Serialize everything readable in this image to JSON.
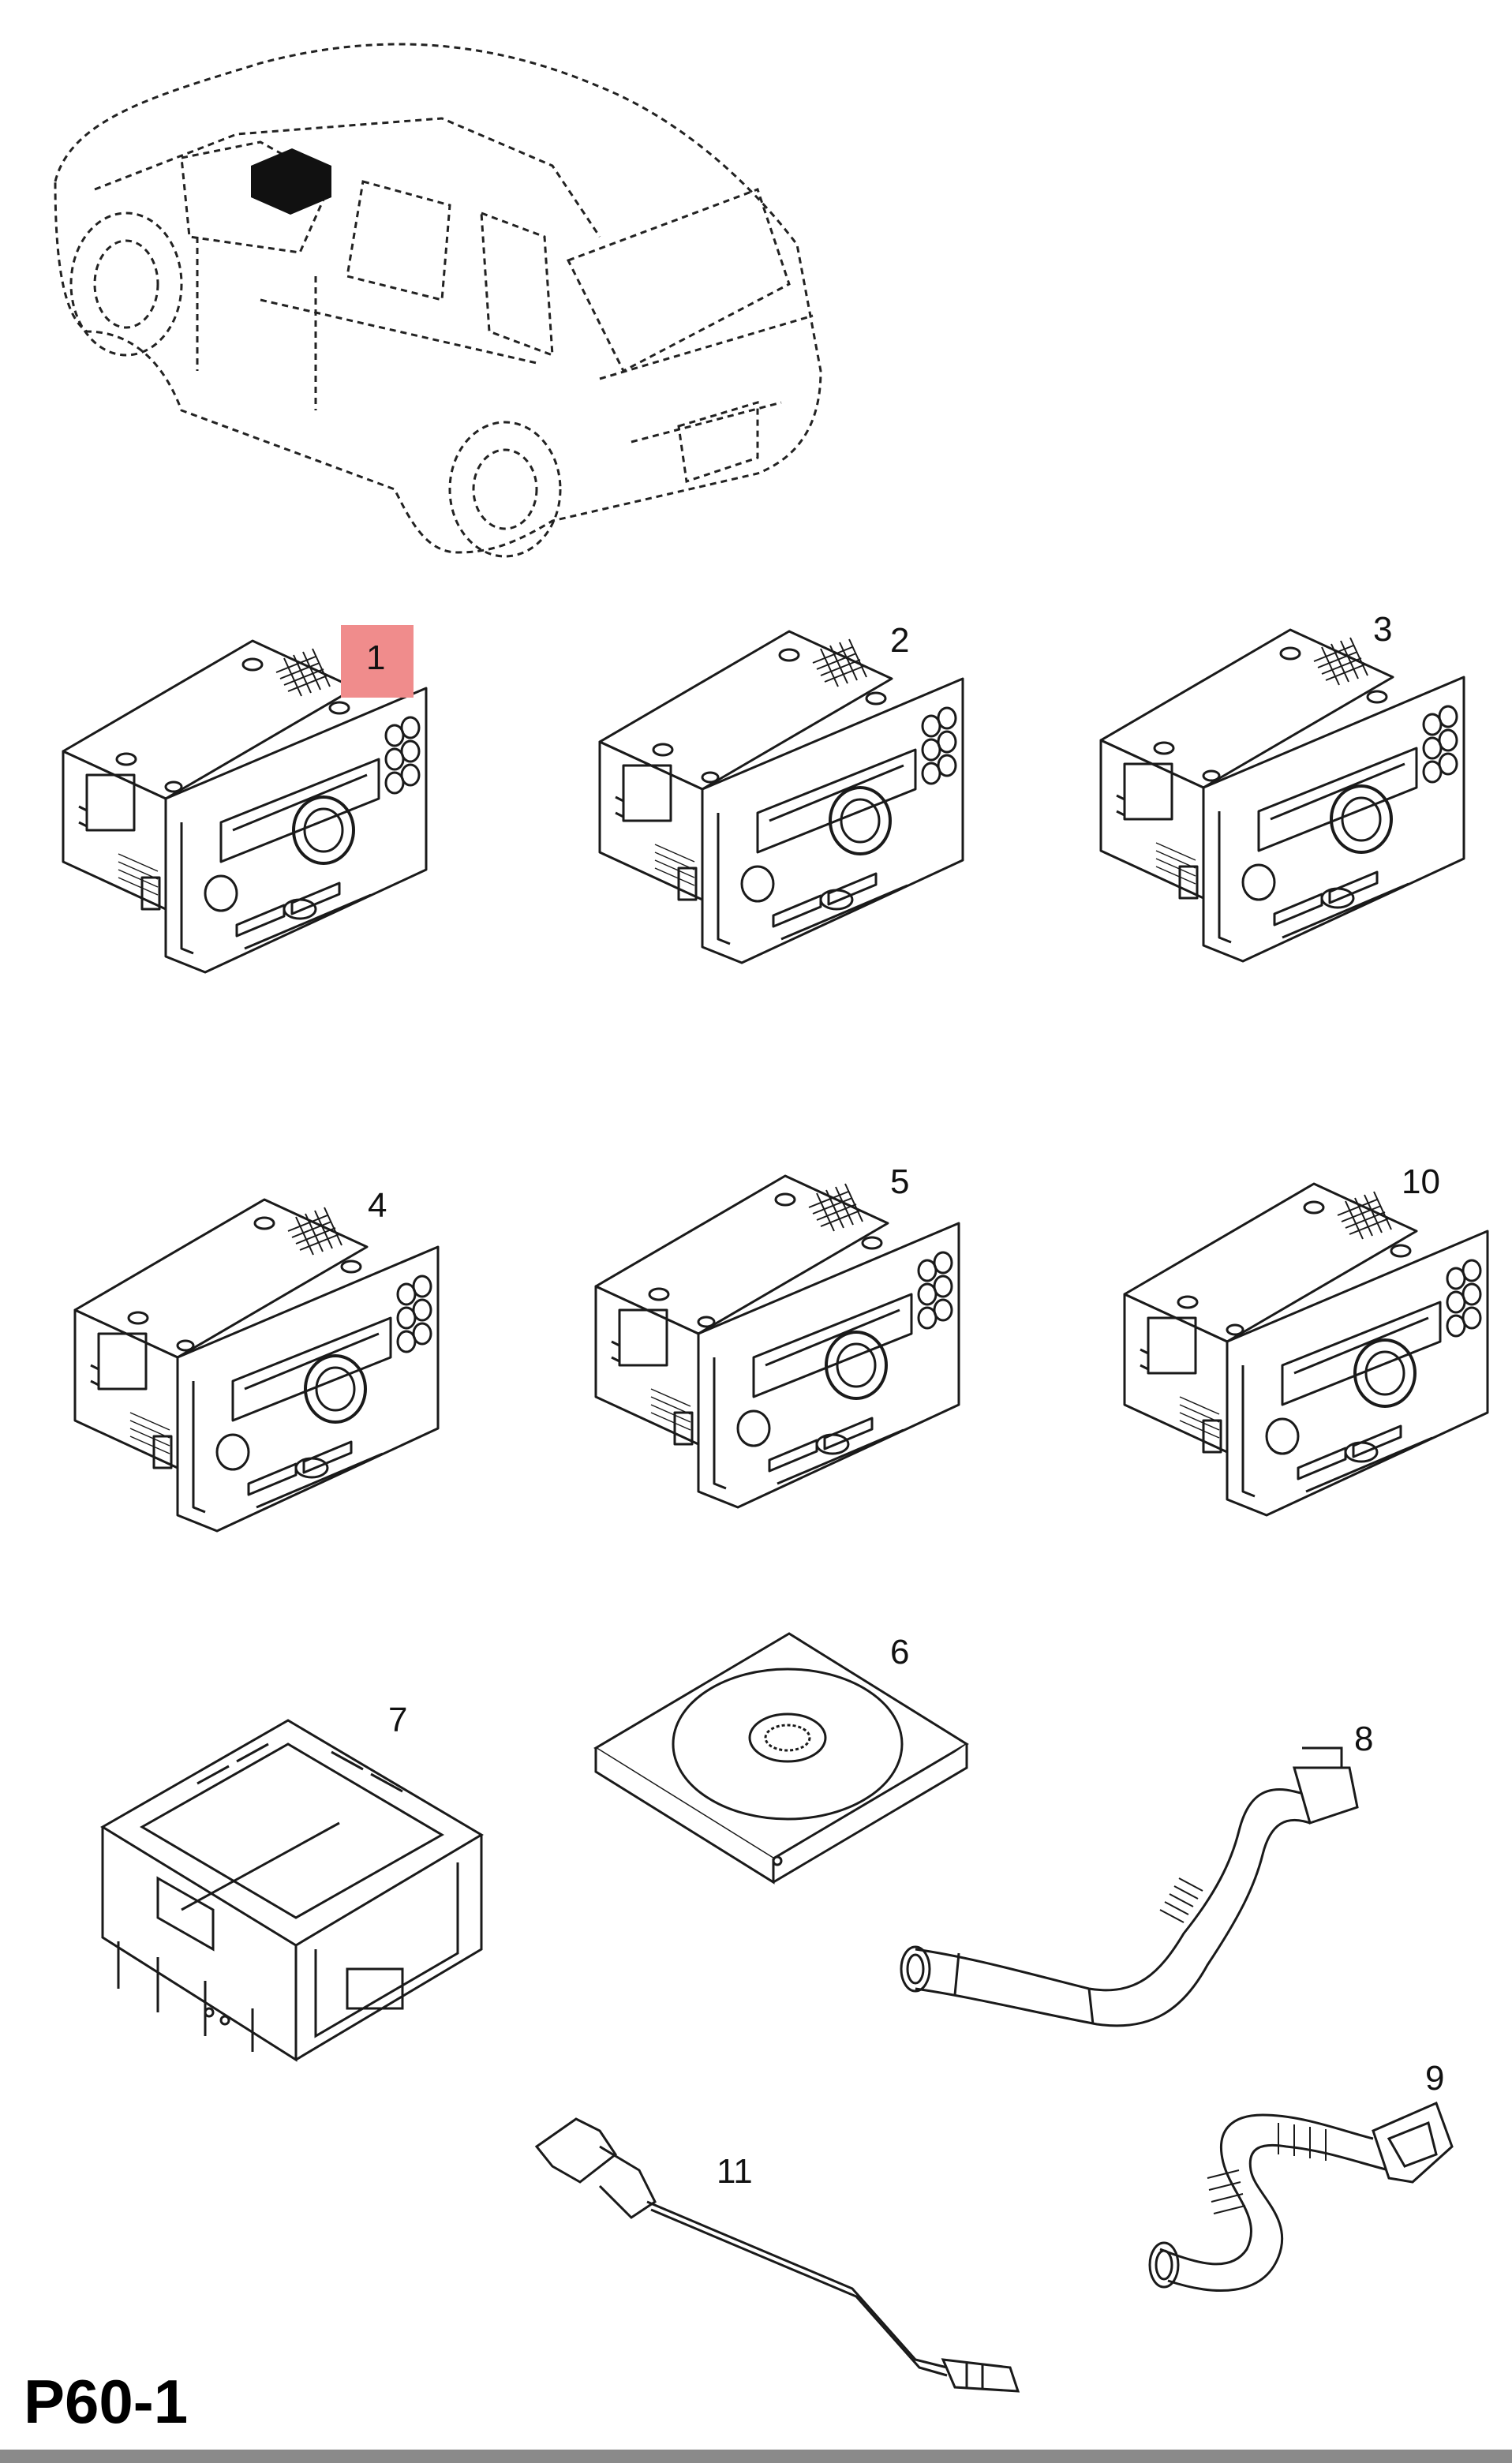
{
  "diagram": {
    "page_code": "P60-1",
    "highlighted_part": "1",
    "parts": [
      {
        "id": "p1",
        "label": "1",
        "kind": "radio-head-unit"
      },
      {
        "id": "p2",
        "label": "2",
        "kind": "radio-head-unit"
      },
      {
        "id": "p3",
        "label": "3",
        "kind": "radio-head-unit"
      },
      {
        "id": "p4",
        "label": "4",
        "kind": "radio-head-unit"
      },
      {
        "id": "p5",
        "label": "5",
        "kind": "radio-head-unit"
      },
      {
        "id": "p10",
        "label": "10",
        "kind": "radio-head-unit"
      },
      {
        "id": "p6",
        "label": "6",
        "kind": "disc-in-case"
      },
      {
        "id": "p7",
        "label": "7",
        "kind": "mounting-frame"
      },
      {
        "id": "p8",
        "label": "8",
        "kind": "air-hose"
      },
      {
        "id": "p9",
        "label": "9",
        "kind": "air-hose"
      },
      {
        "id": "p11",
        "label": "11",
        "kind": "antenna-cable"
      }
    ]
  },
  "colors": {
    "line": "#1a1a1a",
    "highlight": "#f08c8c",
    "bar": "#8a8a8a"
  }
}
